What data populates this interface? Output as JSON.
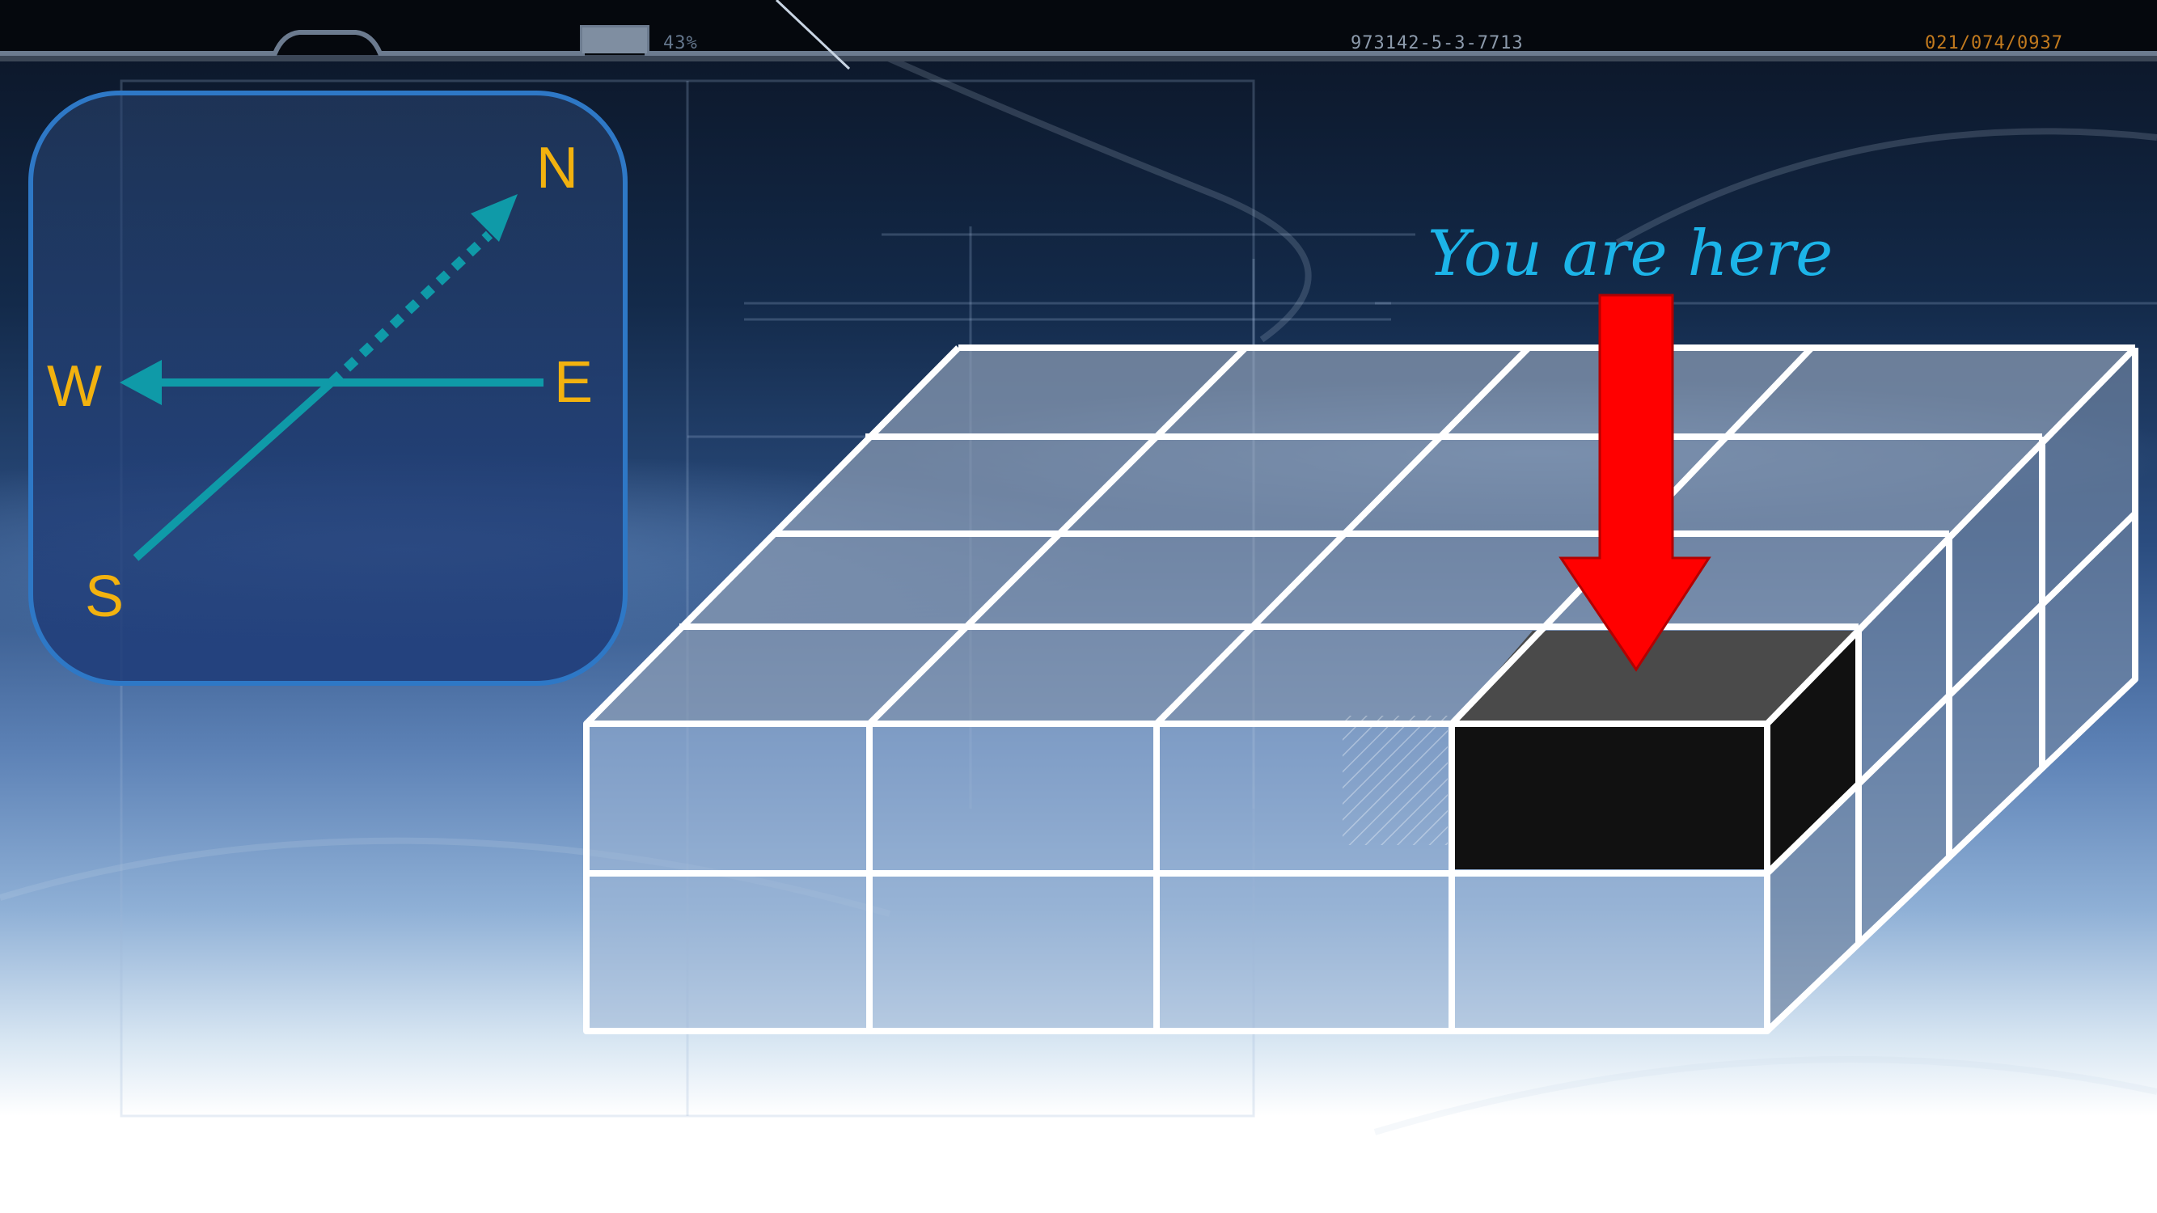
{
  "hud": {
    "percent": "43%",
    "code": "973142-5-3-7713",
    "date": "021/074/0937"
  },
  "compass": {
    "north": "N",
    "south": "S",
    "east": "E",
    "west": "W"
  },
  "marker": {
    "label": "You are here"
  },
  "grid": {
    "columns": 4,
    "rows_deep": 4,
    "layers": 2,
    "highlighted_cell": {
      "column": 4,
      "row_from_front": 1,
      "layer_from_top": 1
    }
  },
  "colors": {
    "compass_label": "#f2b20f",
    "compass_line": "#0f9aa8",
    "compass_border": "#2e78c6",
    "marker_arrow": "#ff0000",
    "marker_text": "#1cb4e8",
    "grid_lines": "#ffffff",
    "highlight_front": "#111111",
    "highlight_top": "#4a4a4a"
  }
}
